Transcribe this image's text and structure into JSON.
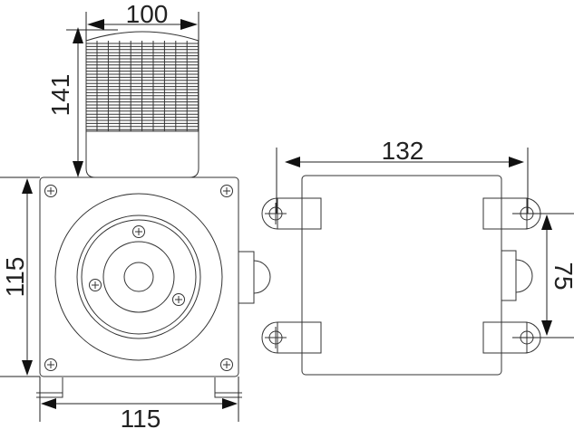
{
  "dimensions": {
    "beacon_width": "100",
    "beacon_height": "141",
    "front_height": "115",
    "front_width": "115",
    "mount_hole_span": "132",
    "mount_hole_pitch": "75"
  }
}
